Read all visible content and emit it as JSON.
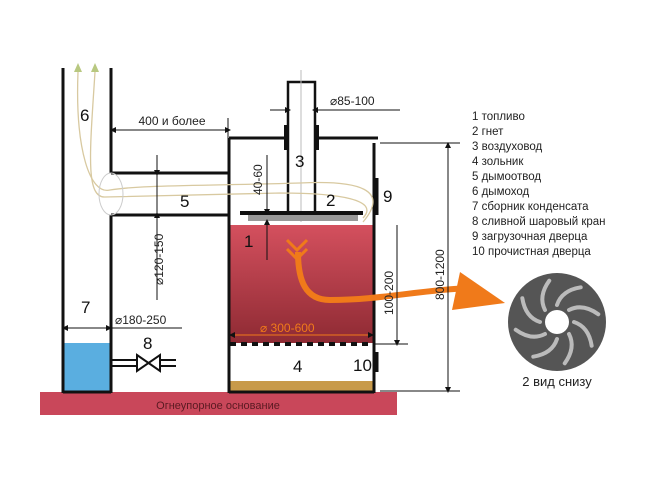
{
  "labels": {
    "n1": "1",
    "n2": "2",
    "n3": "3",
    "n4": "4",
    "n5": "5",
    "n6": "6",
    "n7": "7",
    "n8": "8",
    "n9": "9",
    "n10": "10"
  },
  "dimensions": {
    "air_pipe_diameter": "⌀85-100",
    "flue_length": "400 и более",
    "gap": "40-60",
    "flue_diameter": "⌀120-150",
    "chimney_diameter": "⌀180-250",
    "body_diameter": "⌀ 300-600",
    "fuel_height": "100-200",
    "total_height": "800-1200"
  },
  "base_label": "Огнеупорное основание",
  "legend": [
    "1  топливо",
    "2  гнет",
    "3  воздуховод",
    "4  зольник",
    "5  дымоотвод",
    "6  дымоход",
    "7  сборник конденсата",
    "8  сливной шаровый кран",
    "9  загрузочная дверца",
    "10 прочистная дверца"
  ],
  "fan_caption": "2 вид снизу",
  "colors": {
    "fuel": "#a8323f",
    "base": "#c9475a",
    "water": "#5aaee0",
    "arrow": "#f07a1a",
    "fan": "#555555"
  }
}
